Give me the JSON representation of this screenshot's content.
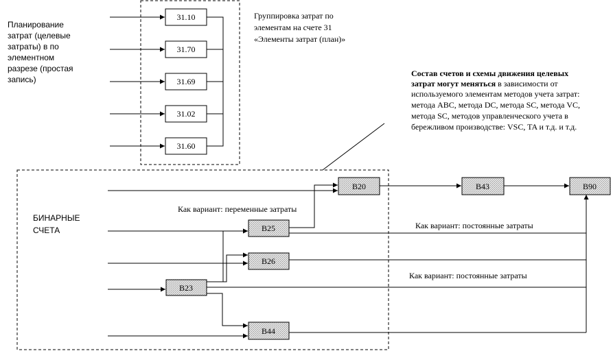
{
  "diagram": {
    "plan_block": {
      "caption": [
        "Планирование",
        "затрат (целевые",
        "затраты) в по",
        "элементном",
        "разрезе (простая",
        "запись)"
      ],
      "accounts": [
        "31.10",
        "31.70",
        "31.69",
        "31.02",
        "31.60"
      ]
    },
    "grouping_note": [
      "Группировка затрат по",
      "элементам на счете 31",
      "«Элементы затрат (план)»"
    ],
    "composition_note": {
      "bold_lead": [
        "Состав счетов и схемы движения целевых",
        "затрат могут меняться"
      ],
      "rest": [
        " в зависимости от",
        "используемого элементам методов учета затрат:",
        "метода ABC, метода DC, метода SC, метода VC,",
        "метода SC, методов управленческого учета в",
        "бережливом производстве: VSC, TA и т.д. и т.д."
      ]
    },
    "binary_block": {
      "label": [
        "БИНАРНЫЕ",
        "СЧЕТА"
      ],
      "accounts": {
        "b20": "B20",
        "b43": "B43",
        "b90": "B90",
        "b25": "B25",
        "b26": "B26",
        "b23": "B23",
        "b44": "B44"
      },
      "variant_variable": "Как вариант: переменные затраты",
      "variant_fixed_1": "Как вариант: постоянные затраты",
      "variant_fixed_2": "Как вариант: постоянные затраты"
    }
  }
}
